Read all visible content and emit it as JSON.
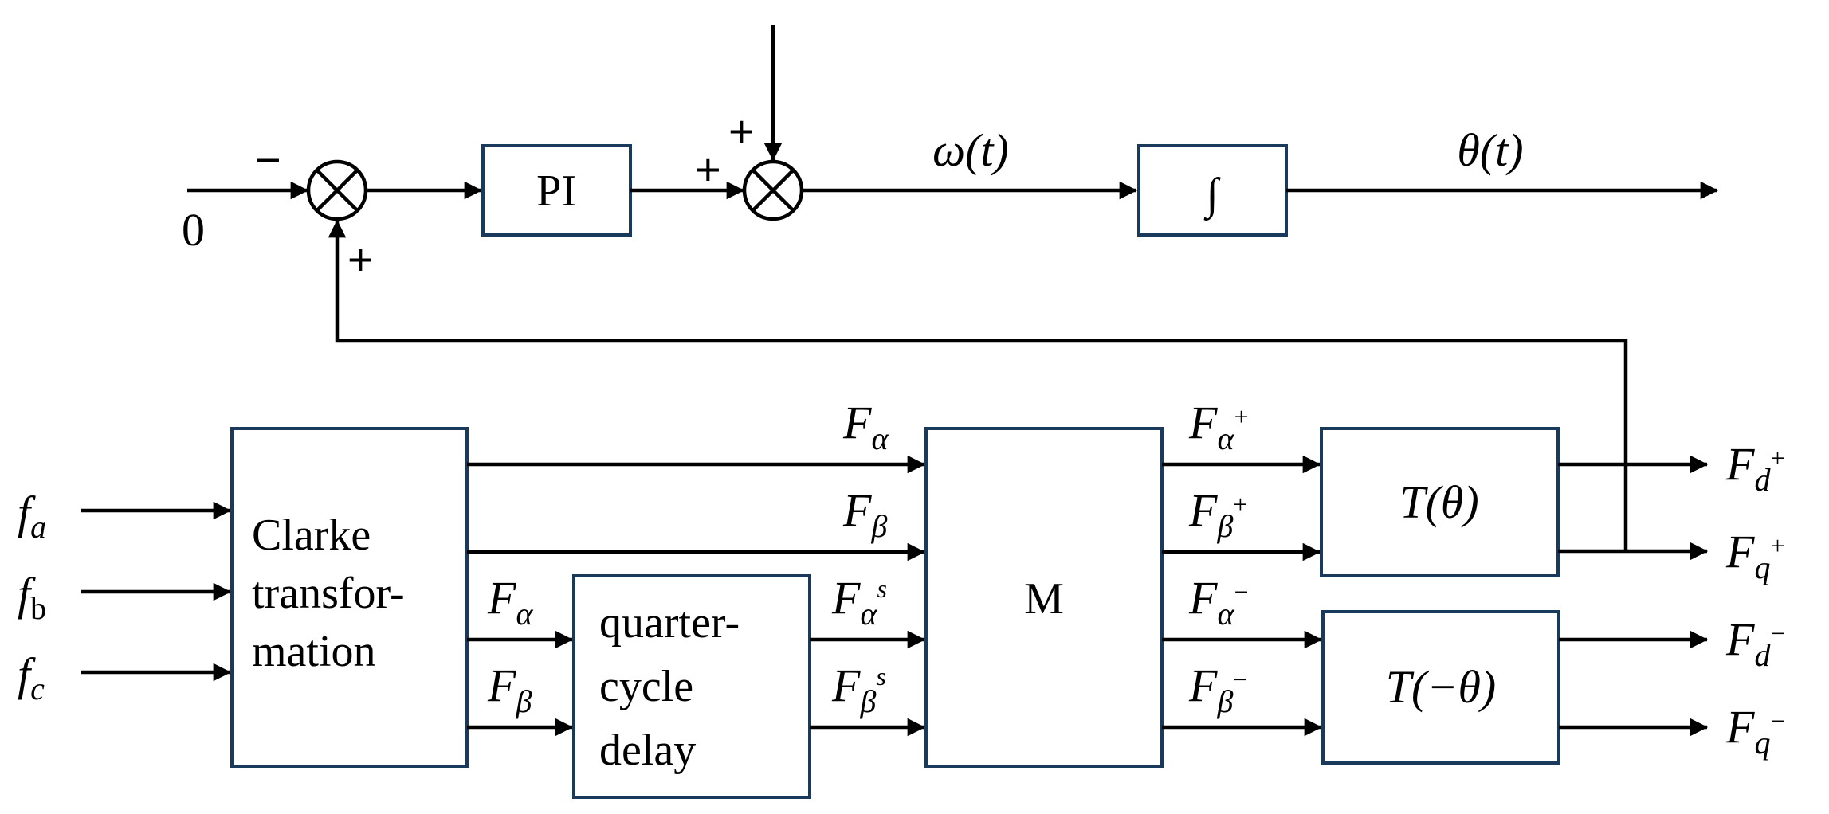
{
  "blocks": {
    "pi": "PI",
    "integrator": "∫",
    "clarke": [
      "Clarke",
      "transfor-",
      "mation"
    ],
    "delay": [
      "quarter-",
      "cycle",
      "delay"
    ],
    "matrix": "M",
    "t_pos": "T(θ)",
    "t_neg": "T(−θ)"
  },
  "signals": {
    "zero": "0",
    "omega": "ω(t)",
    "theta": "θ(t)",
    "inputs": [
      {
        "base": "f",
        "sub": "a"
      },
      {
        "base": "f",
        "sub": "b"
      },
      {
        "base": "f",
        "sub": "c"
      }
    ],
    "f_alpha": {
      "base": "F",
      "sub": "α"
    },
    "f_beta": {
      "base": "F",
      "sub": "β"
    },
    "f_alpha_s": {
      "base": "F",
      "sub": "α",
      "sup": "s"
    },
    "f_beta_s": {
      "base": "F",
      "sub": "β",
      "sup": "s"
    },
    "f_alpha_pos": {
      "base": "F",
      "sub": "α",
      "sup": "+"
    },
    "f_beta_pos": {
      "base": "F",
      "sub": "β",
      "sup": "+"
    },
    "f_alpha_neg": {
      "base": "F",
      "sub": "α",
      "sup": "−"
    },
    "f_beta_neg": {
      "base": "F",
      "sub": "β",
      "sup": "−"
    },
    "f_d_pos": {
      "base": "F",
      "sub": "d",
      "sup": "+"
    },
    "f_q_pos": {
      "base": "F",
      "sub": "q",
      "sup": "+"
    },
    "f_d_neg": {
      "base": "F",
      "sub": "d",
      "sup": "−"
    },
    "f_q_neg": {
      "base": "F",
      "sub": "q",
      "sup": "−"
    }
  },
  "signs": {
    "sum1_left": "−",
    "sum1_bottom": "+",
    "sum2_left": "+",
    "sum2_top": "+"
  }
}
